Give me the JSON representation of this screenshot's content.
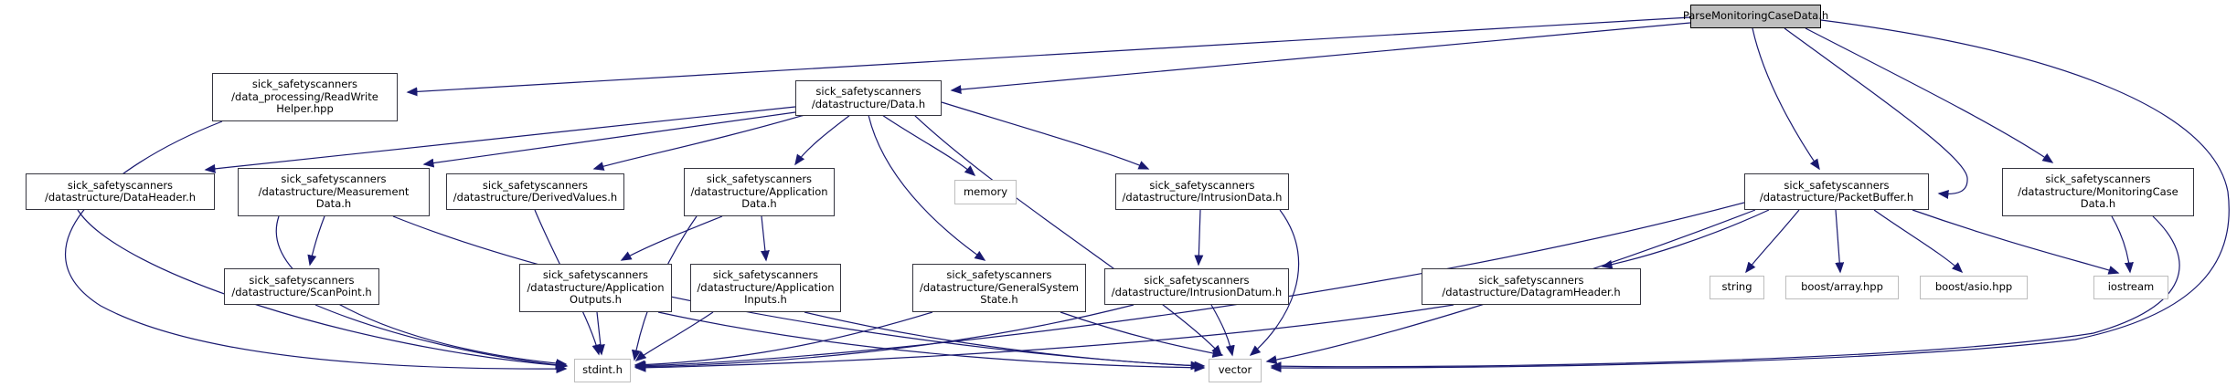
{
  "diagram": {
    "type": "include-dependency-graph",
    "edge_color": "#191970",
    "main_node_fill": "#bfbfbf",
    "project_node_border": "#35353f",
    "system_node_border": "#bdbdbd"
  },
  "nodes": {
    "parse": {
      "label": "ParseMonitoringCaseData.h"
    },
    "readwrite_helper": {
      "label": "sick_safetyscanners\n/data_processing/ReadWrite\nHelper.hpp"
    },
    "data": {
      "label": "sick_safetyscanners\n/datastructure/Data.h"
    },
    "data_header": {
      "label": "sick_safetyscanners\n/datastructure/DataHeader.h"
    },
    "measurement_data": {
      "label": "sick_safetyscanners\n/datastructure/Measurement\nData.h"
    },
    "derived_values": {
      "label": "sick_safetyscanners\n/datastructure/DerivedValues.h"
    },
    "application_data": {
      "label": "sick_safetyscanners\n/datastructure/Application\nData.h"
    },
    "memory": {
      "label": "memory"
    },
    "intrusion_data": {
      "label": "sick_safetyscanners\n/datastructure/IntrusionData.h"
    },
    "packet_buffer": {
      "label": "sick_safetyscanners\n/datastructure/PacketBuffer.h"
    },
    "monitoring_case_data": {
      "label": "sick_safetyscanners\n/datastructure/MonitoringCase\nData.h"
    },
    "scan_point": {
      "label": "sick_safetyscanners\n/datastructure/ScanPoint.h"
    },
    "application_outputs": {
      "label": "sick_safetyscanners\n/datastructure/Application\nOutputs.h"
    },
    "application_inputs": {
      "label": "sick_safetyscanners\n/datastructure/Application\nInputs.h"
    },
    "general_system_state": {
      "label": "sick_safetyscanners\n/datastructure/GeneralSystem\nState.h"
    },
    "intrusion_datum": {
      "label": "sick_safetyscanners\n/datastructure/IntrusionDatum.h"
    },
    "datagram_header": {
      "label": "sick_safetyscanners\n/datastructure/DatagramHeader.h"
    },
    "string": {
      "label": "string"
    },
    "boost_array": {
      "label": "boost/array.hpp"
    },
    "boost_asio": {
      "label": "boost/asio.hpp"
    },
    "iostream": {
      "label": "iostream"
    },
    "stdint": {
      "label": "stdint.h"
    },
    "vector": {
      "label": "vector"
    }
  },
  "edges": [
    {
      "from": "parse",
      "to": "readwrite_helper"
    },
    {
      "from": "parse",
      "to": "data"
    },
    {
      "from": "parse",
      "to": "packet_buffer"
    },
    {
      "from": "parse",
      "to": "monitoring_case_data"
    },
    {
      "from": "parse",
      "to": "vector"
    },
    {
      "from": "readwrite_helper",
      "to": "stdint"
    },
    {
      "from": "data",
      "to": "data_header"
    },
    {
      "from": "data",
      "to": "measurement_data"
    },
    {
      "from": "data",
      "to": "derived_values"
    },
    {
      "from": "data",
      "to": "application_data"
    },
    {
      "from": "data",
      "to": "memory"
    },
    {
      "from": "data",
      "to": "intrusion_data"
    },
    {
      "from": "data",
      "to": "general_system_state"
    },
    {
      "from": "data",
      "to": "vector"
    },
    {
      "from": "data_header",
      "to": "stdint"
    },
    {
      "from": "measurement_data",
      "to": "scan_point"
    },
    {
      "from": "measurement_data",
      "to": "stdint"
    },
    {
      "from": "measurement_data",
      "to": "vector"
    },
    {
      "from": "scan_point",
      "to": "stdint"
    },
    {
      "from": "derived_values",
      "to": "stdint"
    },
    {
      "from": "application_data",
      "to": "application_outputs"
    },
    {
      "from": "application_data",
      "to": "application_inputs"
    },
    {
      "from": "application_data",
      "to": "stdint"
    },
    {
      "from": "application_outputs",
      "to": "stdint"
    },
    {
      "from": "application_outputs",
      "to": "vector"
    },
    {
      "from": "application_inputs",
      "to": "stdint"
    },
    {
      "from": "application_inputs",
      "to": "vector"
    },
    {
      "from": "general_system_state",
      "to": "stdint"
    },
    {
      "from": "general_system_state",
      "to": "vector"
    },
    {
      "from": "intrusion_data",
      "to": "intrusion_datum"
    },
    {
      "from": "intrusion_data",
      "to": "vector"
    },
    {
      "from": "intrusion_datum",
      "to": "stdint"
    },
    {
      "from": "intrusion_datum",
      "to": "vector"
    },
    {
      "from": "packet_buffer",
      "to": "datagram_header"
    },
    {
      "from": "packet_buffer",
      "to": "string"
    },
    {
      "from": "packet_buffer",
      "to": "boost_array"
    },
    {
      "from": "packet_buffer",
      "to": "boost_asio"
    },
    {
      "from": "packet_buffer",
      "to": "iostream"
    },
    {
      "from": "packet_buffer",
      "to": "stdint"
    },
    {
      "from": "packet_buffer",
      "to": "vector"
    },
    {
      "from": "monitoring_case_data",
      "to": "iostream"
    },
    {
      "from": "monitoring_case_data",
      "to": "vector"
    },
    {
      "from": "datagram_header",
      "to": "stdint"
    }
  ]
}
